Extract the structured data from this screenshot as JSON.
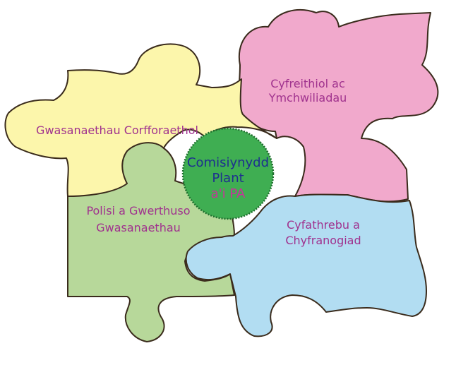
{
  "colors": {
    "yellow_piece": "#fcf6ab",
    "pink_piece": "#f1a9cc",
    "green_piece": "#b7d89a",
    "blue_piece": "#b2ddf2",
    "label_text": "#a0328e",
    "center_fill": "#3fae52",
    "center_border": "#1e6f2d",
    "center_text_primary": "#1d2f8f",
    "center_text_secondary": "#c8339a"
  },
  "pieces": {
    "corporate": {
      "label_line1": "Gwasanaethau Corfforaethol"
    },
    "legal": {
      "label_line1": "Cyfreithiol ac",
      "label_line2": "Ymchwiliadau"
    },
    "policy": {
      "label_line1": "Polisi a Gwerthuso",
      "label_line2": "Gwasanaethau"
    },
    "communications": {
      "label_line1": "Cyfathrebu a",
      "label_line2": "Chyfranogiad"
    }
  },
  "center": {
    "line1": "Comisiynydd",
    "line2": "Plant",
    "line3": "a'i PA"
  }
}
